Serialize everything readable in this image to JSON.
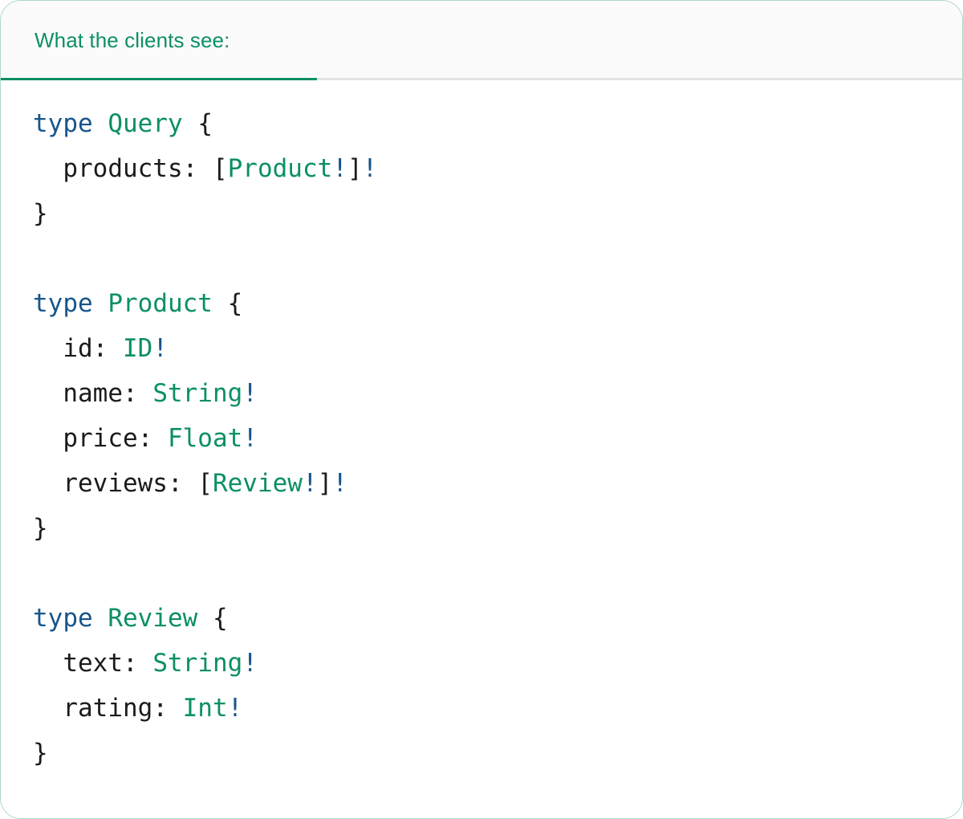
{
  "panel": {
    "accent_color": "#0e8f67",
    "keyword_color": "#17558c",
    "type_color": "#0c8f66",
    "text_color": "#1b1b1b",
    "border_color": "#aed8c4"
  },
  "tabs": [
    {
      "id": "clients-view",
      "label": "What the clients see:",
      "active": true
    }
  ],
  "code": {
    "language": "graphql",
    "lines": [
      {
        "indent": 0,
        "tokens": [
          {
            "text": "type",
            "kind": "kw"
          },
          {
            "text": " ",
            "kind": "plain"
          },
          {
            "text": "Query",
            "kind": "type"
          },
          {
            "text": " ",
            "kind": "plain"
          },
          {
            "text": "{",
            "kind": "punct"
          }
        ]
      },
      {
        "indent": 1,
        "tokens": [
          {
            "text": "products",
            "kind": "field"
          },
          {
            "text": ": ",
            "kind": "punct"
          },
          {
            "text": "[",
            "kind": "punct"
          },
          {
            "text": "Product",
            "kind": "type"
          },
          {
            "text": "!",
            "kind": "bang"
          },
          {
            "text": "]",
            "kind": "punct"
          },
          {
            "text": "!",
            "kind": "bang"
          }
        ]
      },
      {
        "indent": 0,
        "tokens": [
          {
            "text": "}",
            "kind": "punct"
          }
        ]
      },
      {
        "indent": 0,
        "blank": true,
        "tokens": []
      },
      {
        "indent": 0,
        "tokens": [
          {
            "text": "type",
            "kind": "kw"
          },
          {
            "text": " ",
            "kind": "plain"
          },
          {
            "text": "Product",
            "kind": "type"
          },
          {
            "text": " ",
            "kind": "plain"
          },
          {
            "text": "{",
            "kind": "punct"
          }
        ]
      },
      {
        "indent": 1,
        "tokens": [
          {
            "text": "id",
            "kind": "field"
          },
          {
            "text": ": ",
            "kind": "punct"
          },
          {
            "text": "ID",
            "kind": "type"
          },
          {
            "text": "!",
            "kind": "bang"
          }
        ]
      },
      {
        "indent": 1,
        "tokens": [
          {
            "text": "name",
            "kind": "field"
          },
          {
            "text": ": ",
            "kind": "punct"
          },
          {
            "text": "String",
            "kind": "type"
          },
          {
            "text": "!",
            "kind": "bang"
          }
        ]
      },
      {
        "indent": 1,
        "tokens": [
          {
            "text": "price",
            "kind": "field"
          },
          {
            "text": ": ",
            "kind": "punct"
          },
          {
            "text": "Float",
            "kind": "type"
          },
          {
            "text": "!",
            "kind": "bang"
          }
        ]
      },
      {
        "indent": 1,
        "tokens": [
          {
            "text": "reviews",
            "kind": "field"
          },
          {
            "text": ": ",
            "kind": "punct"
          },
          {
            "text": "[",
            "kind": "punct"
          },
          {
            "text": "Review",
            "kind": "type"
          },
          {
            "text": "!",
            "kind": "bang"
          },
          {
            "text": "]",
            "kind": "punct"
          },
          {
            "text": "!",
            "kind": "bang"
          }
        ]
      },
      {
        "indent": 0,
        "tokens": [
          {
            "text": "}",
            "kind": "punct"
          }
        ]
      },
      {
        "indent": 0,
        "blank": true,
        "tokens": []
      },
      {
        "indent": 0,
        "tokens": [
          {
            "text": "type",
            "kind": "kw"
          },
          {
            "text": " ",
            "kind": "plain"
          },
          {
            "text": "Review",
            "kind": "type"
          },
          {
            "text": " ",
            "kind": "plain"
          },
          {
            "text": "{",
            "kind": "punct"
          }
        ]
      },
      {
        "indent": 1,
        "tokens": [
          {
            "text": "text",
            "kind": "field"
          },
          {
            "text": ": ",
            "kind": "punct"
          },
          {
            "text": "String",
            "kind": "type"
          },
          {
            "text": "!",
            "kind": "bang"
          }
        ]
      },
      {
        "indent": 1,
        "tokens": [
          {
            "text": "rating",
            "kind": "field"
          },
          {
            "text": ": ",
            "kind": "punct"
          },
          {
            "text": "Int",
            "kind": "type"
          },
          {
            "text": "!",
            "kind": "bang"
          }
        ]
      },
      {
        "indent": 0,
        "tokens": [
          {
            "text": "}",
            "kind": "punct"
          }
        ]
      }
    ]
  }
}
